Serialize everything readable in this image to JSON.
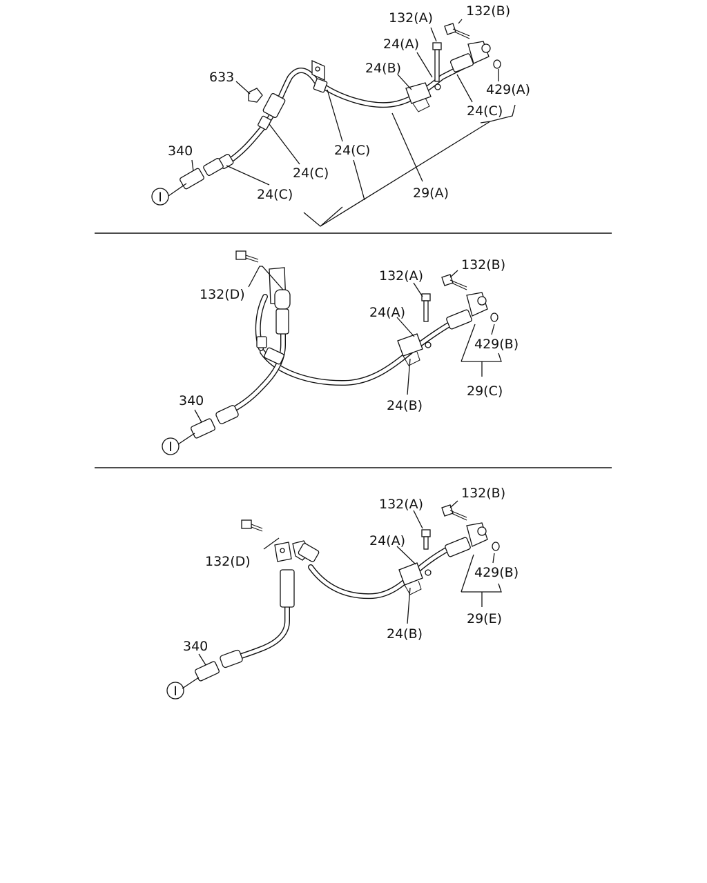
{
  "diagram": {
    "callout_symbol": "I",
    "sections": [
      {
        "id": "upper",
        "labels": {
          "p132a": "132(A)",
          "p132b": "132(B)",
          "p24a": "24(A)",
          "p24b": "24(B)",
          "p633": "633",
          "p429a": "429(A)",
          "p24c_1": "24(C)",
          "p24c_2": "24(C)",
          "p24c_3": "24(C)",
          "p24c_4": "24(C)",
          "p340": "340",
          "p29a": "29(A)"
        }
      },
      {
        "id": "middle",
        "labels": {
          "p132a": "132(A)",
          "p132b": "132(B)",
          "p132d": "132(D)",
          "p24a": "24(A)",
          "p429b": "429(B)",
          "p29c": "29(C)",
          "p340": "340",
          "p24b": "24(B)"
        }
      },
      {
        "id": "lower",
        "labels": {
          "p132a": "132(A)",
          "p132b": "132(B)",
          "p132d": "132(D)",
          "p24a": "24(A)",
          "p429b": "429(B)",
          "p29e": "29(E)",
          "p340": "340",
          "p24b": "24(B)"
        }
      }
    ]
  }
}
